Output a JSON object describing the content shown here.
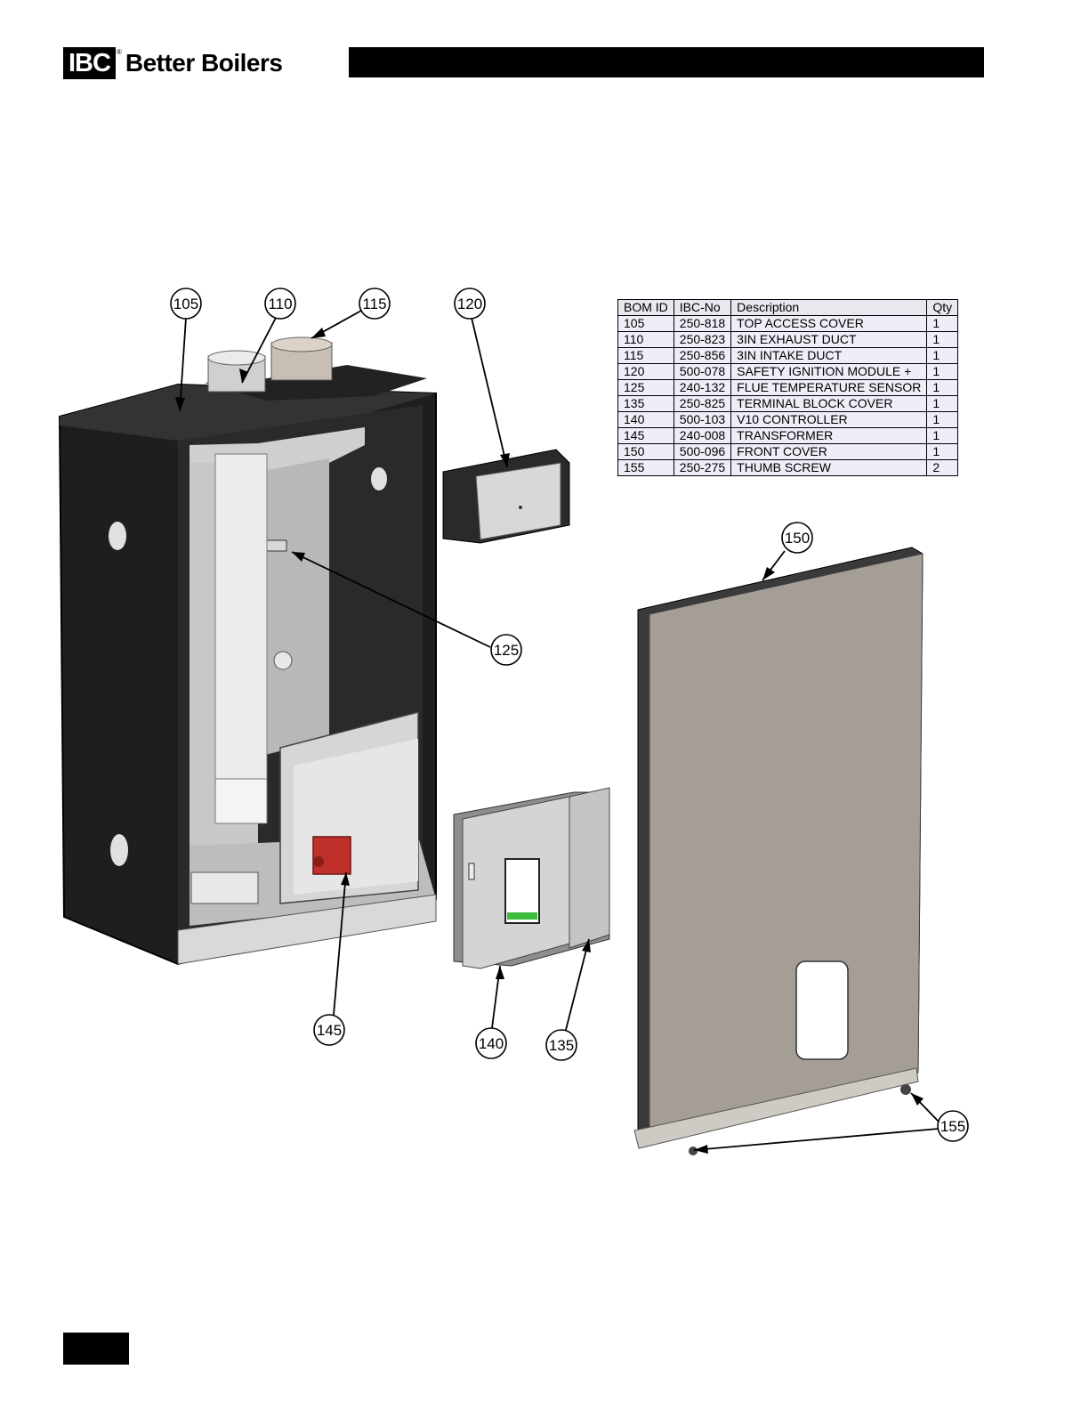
{
  "header": {
    "logo_mark": "IBC",
    "logo_reg": "®",
    "brand": "Better Boilers"
  },
  "callouts": [
    "105",
    "110",
    "115",
    "120",
    "125",
    "135",
    "140",
    "145",
    "150",
    "155"
  ],
  "bom": {
    "columns": [
      "BOM ID",
      "IBC-No",
      "Description",
      "Qty"
    ],
    "rows": [
      [
        "105",
        "250-818",
        "TOP ACCESS COVER",
        "1"
      ],
      [
        "110",
        "250-823",
        "3IN EXHAUST DUCT",
        "1"
      ],
      [
        "115",
        "250-856",
        "3IN INTAKE DUCT",
        "1"
      ],
      [
        "120",
        "500-078",
        "SAFETY IGNITION MODULE +",
        "1"
      ],
      [
        "125",
        "240-132",
        "FLUE TEMPERATURE SENSOR",
        "1"
      ],
      [
        "135",
        "250-825",
        "TERMINAL BLOCK COVER",
        "1"
      ],
      [
        "140",
        "500-103",
        "V10 CONTROLLER",
        "1"
      ],
      [
        "145",
        "240-008",
        "TRANSFORMER",
        "1"
      ],
      [
        "150",
        "500-096",
        "FRONT COVER",
        "1"
      ],
      [
        "155",
        "250-275",
        "THUMB SCREW",
        "2"
      ]
    ]
  },
  "colors": {
    "cabinet": "#222222",
    "panel": "#a59e97",
    "interior": "#cfcfcf",
    "transformer": "#c0302a",
    "bom_bg": "#eeeef8"
  }
}
